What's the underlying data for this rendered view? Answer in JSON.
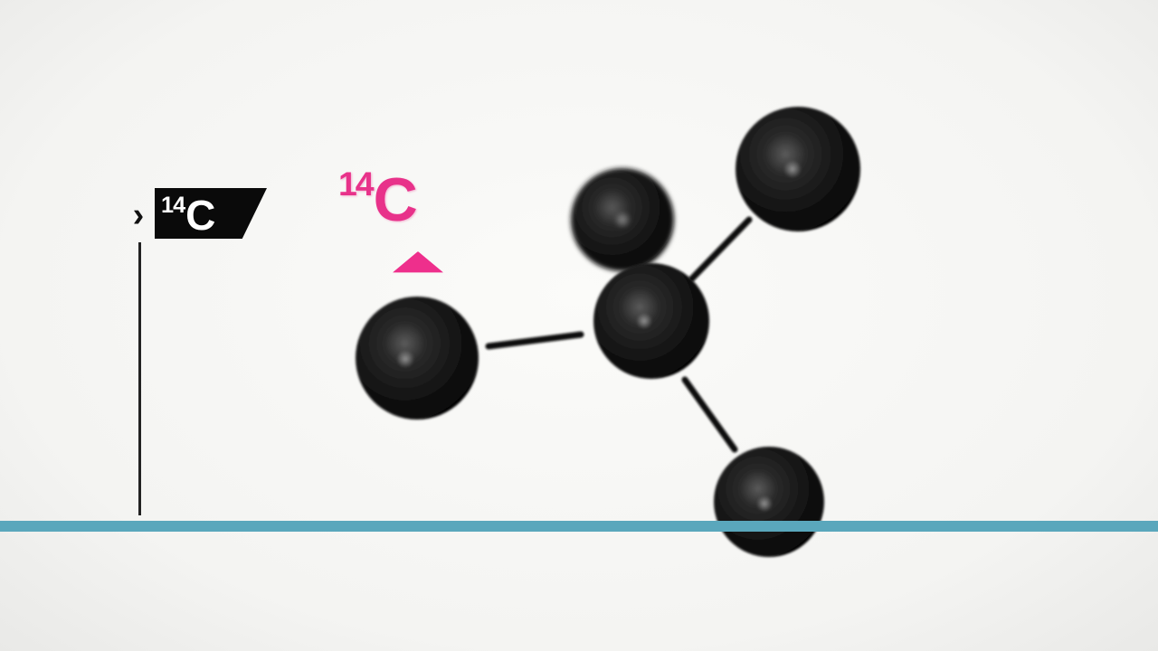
{
  "flag": {
    "mass_number": "14",
    "element": "C"
  },
  "highlight": {
    "mass_number": "14",
    "element": "C"
  },
  "colors": {
    "accent_pink": "#e8328a",
    "ground_line": "#5aa7bc",
    "atom": "#1a1a1a",
    "flag_background": "#0a0a0a"
  },
  "molecule": {
    "atoms": 5,
    "bonds": 4,
    "highlighted_atom": "left"
  }
}
